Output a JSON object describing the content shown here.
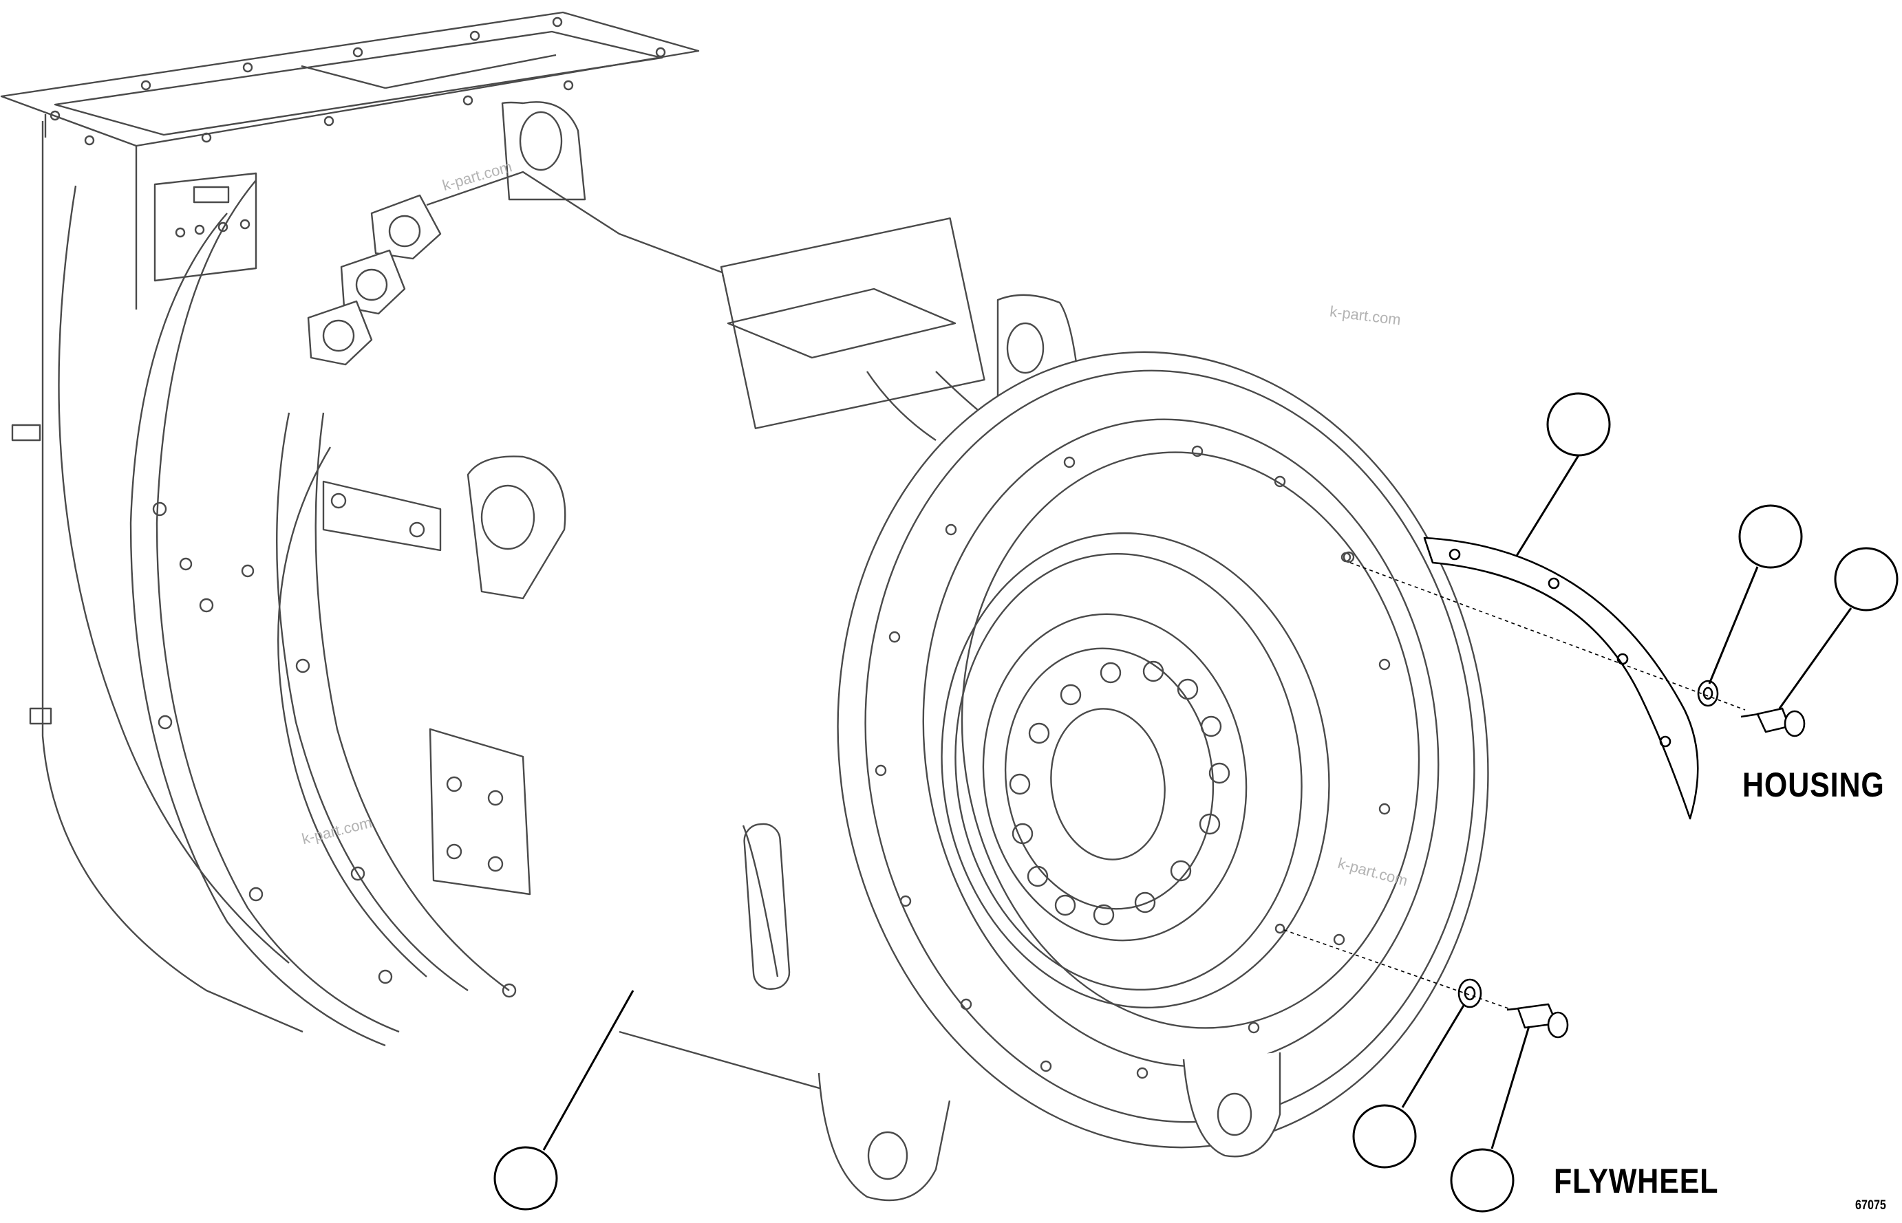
{
  "labels": {
    "housing": "HOUSING",
    "flywheel": "FLYWHEEL",
    "figure_code": "67075"
  },
  "watermarks": [
    "k-part.com",
    "k-part.com",
    "k-part.com",
    "k-part.com"
  ],
  "callouts": [
    {
      "id": "callout-strip",
      "target": "housing-seal-strip"
    },
    {
      "id": "callout-housing-washer",
      "target": "housing-washer"
    },
    {
      "id": "callout-housing-bolt",
      "target": "housing-bolt"
    },
    {
      "id": "callout-generator",
      "target": "generator-body"
    },
    {
      "id": "callout-flywheel-washer",
      "target": "flywheel-washer"
    },
    {
      "id": "callout-flywheel-bolt",
      "target": "flywheel-bolt"
    }
  ],
  "colors": {
    "line": "#4a4a4a",
    "faint": "#8c8c8c",
    "ink": "#000000",
    "watermark": "#b3b3b3"
  }
}
